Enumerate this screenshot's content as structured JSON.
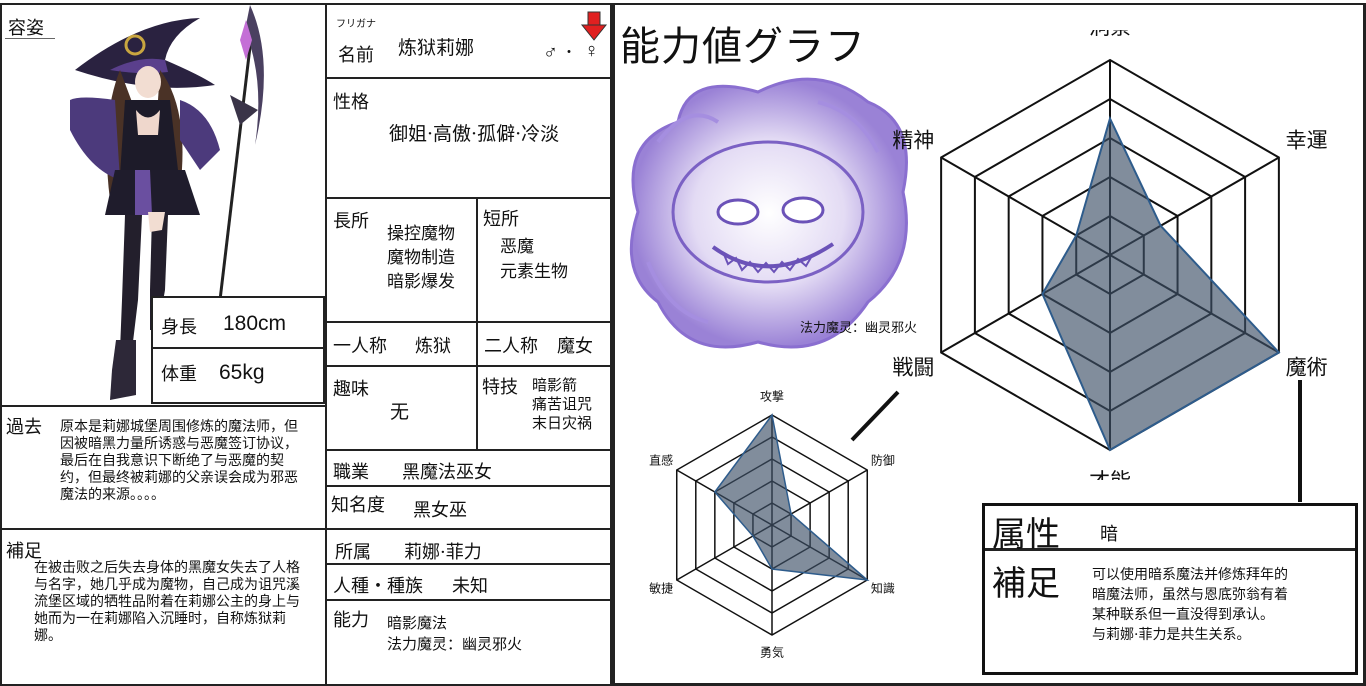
{
  "sheet": {
    "appearance_label": "容姿",
    "height_label": "身長",
    "height_value": "180cm",
    "weight_label": "体重",
    "weight_value": "65kg",
    "past_label": "過去",
    "past_text": "原本是莉娜城堡周围修炼的魔法师，但因被暗黑力量所诱惑与恶魔签订协议，最后在自我意识下断绝了与恶魔的契约，但最终被莉娜的父亲误会成为邪恶魔法的来源。。。。",
    "supplement_label": "補足",
    "supplement_text": "在被击败之后失去身体的黑魔女失去了人格与名字，她几乎成为魔物，自己成为诅咒溪流堡区域的牺牲品附着在莉娜公主的身上与她而为一在莉娜陷入沉睡时，自称炼狱莉娜。",
    "furigana_label": "フリガナ",
    "name_label": "名前",
    "name_value": "炼狱莉娜",
    "male_symbol": "♂",
    "dot": "・",
    "female_symbol": "♀",
    "personality_label": "性格",
    "personality_value": "御姐·高傲·孤僻·冷淡",
    "strengths_label": "長所",
    "strengths": [
      "操控魔物",
      "魔物制造",
      "暗影爆发"
    ],
    "weaknesses_label": "短所",
    "weaknesses": [
      "恶魔",
      "元素生物"
    ],
    "first_person_label": "一人称",
    "first_person_value": "炼狱",
    "second_person_label": "二人称",
    "second_person_value": "魔女",
    "hobby_label": "趣味",
    "hobby_value": "无",
    "special_label": "特技",
    "special_values": [
      "暗影箭",
      "痛苦诅咒",
      "末日灾祸"
    ],
    "job_label": "職業",
    "job_value": "黑魔法巫女",
    "fame_label": "知名度",
    "fame_value": "黑女巫",
    "affiliation_label": "所属",
    "affiliation_value": "莉娜·菲力",
    "race_label": "人種・種族",
    "race_value": "未知",
    "ability_label": "能力",
    "ability_values": [
      "暗影魔法",
      "法力魔灵：幽灵邪火"
    ]
  },
  "graph": {
    "title": "能力値グラフ",
    "spirit_caption": "法力魔灵：幽灵邪火",
    "attribute_label": "属性",
    "attribute_value": "暗",
    "supplement_label": "補足",
    "supplement_lines": [
      "可以使用暗系魔法并修炼拜年的",
      "暗魔法师，虽然与恩底弥翁有着",
      "某种联系但一直没得到承认。",
      "与莉娜·菲力是共生关系。"
    ],
    "colors": {
      "fill": "#3e5067",
      "stroke": "#2e5c8c",
      "arrow": "#e02020"
    }
  },
  "chart_data": [
    {
      "type": "radar",
      "axes": [
        "洞察",
        "幸運",
        "魔術",
        "才能",
        "戦闘",
        "精神"
      ],
      "levels": 5,
      "values": [
        3.5,
        1.5,
        5,
        5,
        2,
        1
      ],
      "grid": true
    },
    {
      "type": "radar",
      "axes": [
        "攻撃",
        "防御",
        "知識",
        "勇気",
        "敏捷",
        "直感"
      ],
      "levels": 5,
      "values": [
        5,
        1,
        5,
        2,
        1,
        3
      ]
    }
  ]
}
